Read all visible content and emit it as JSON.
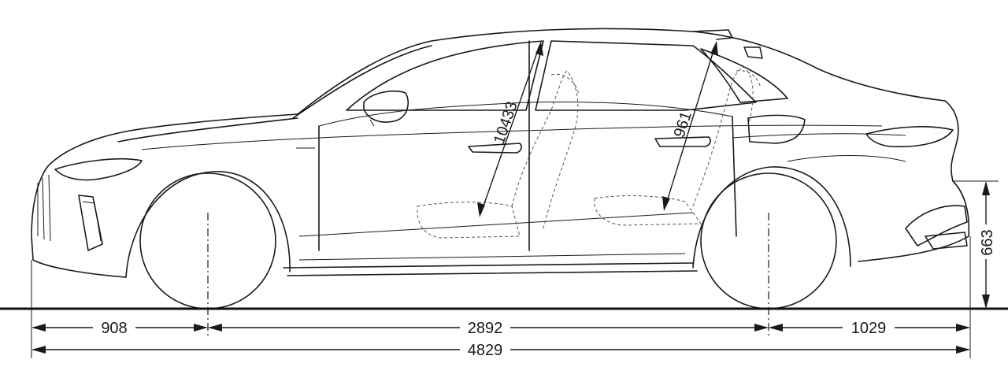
{
  "dimensions": {
    "front_overhang": "908",
    "wheelbase": "2892",
    "rear_overhang": "1029",
    "overall_length": "4829",
    "front_headroom": "10433",
    "rear_headroom": "961",
    "rear_height": "663"
  }
}
